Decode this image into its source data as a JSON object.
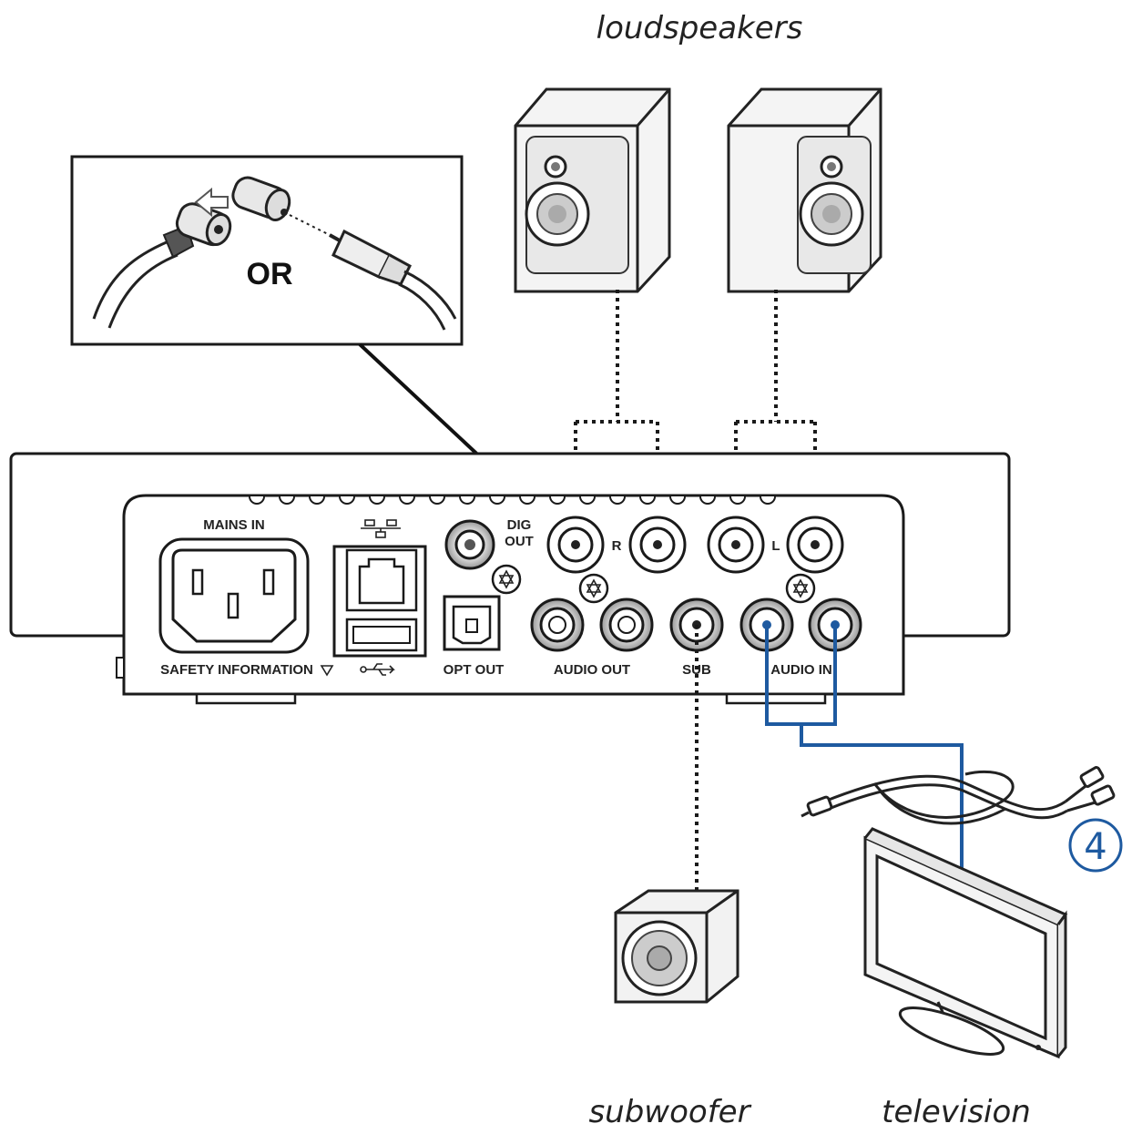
{
  "captions": {
    "loudspeakers": "loudspeakers",
    "subwoofer": "subwoofer",
    "television": "television"
  },
  "inset": {
    "or_label": "OR"
  },
  "panel_labels": {
    "mains_in": "MAINS IN",
    "safety_information": "SAFETY INFORMATION",
    "dig_out_line1": "DIG",
    "dig_out_line2": "OUT",
    "right": "R",
    "left": "L",
    "opt_out": "OPT OUT",
    "audio_out": "AUDIO OUT",
    "sub": "SUB",
    "audio_in": "AUDIO IN"
  },
  "step": {
    "number": "4"
  },
  "colors": {
    "cable": "#1e5aa0",
    "line": "#1a1a1a",
    "speaker_body": "#eeeeee",
    "step_badge": "#1e5aa0"
  },
  "icons": [
    "network-icon",
    "usb-icon",
    "warning-triangle-icon",
    "ground-screw-icon"
  ]
}
